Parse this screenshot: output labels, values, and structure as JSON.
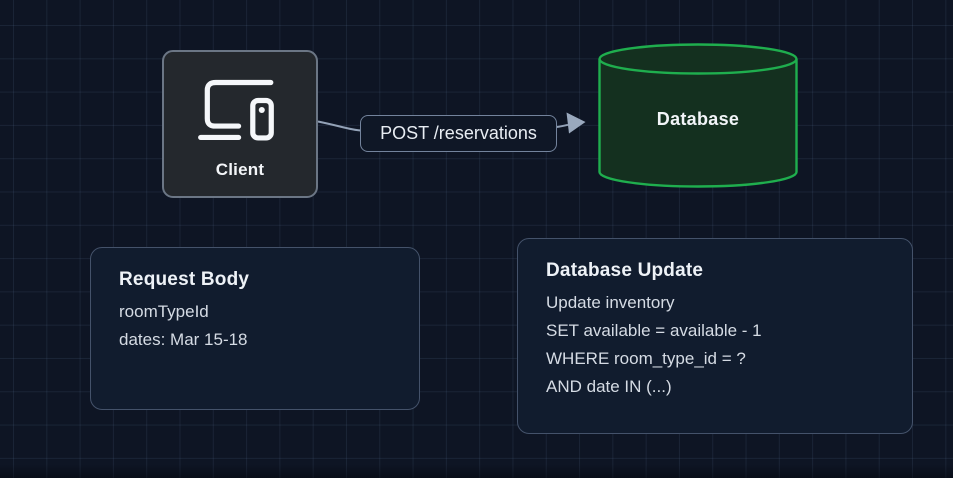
{
  "diagram": {
    "client": {
      "label": "Client"
    },
    "edge": {
      "label": "POST /reservations"
    },
    "database": {
      "label": "Database"
    },
    "request_body": {
      "title": "Request Body",
      "lines": [
        "roomTypeId",
        "dates: Mar 15-18"
      ]
    },
    "database_update": {
      "title": "Database Update",
      "lines": [
        "Update inventory",
        "SET available = available - 1",
        "WHERE room_type_id = ?",
        "AND date IN (...)"
      ]
    }
  },
  "colors": {
    "background": "#0e1524",
    "grid_line": "#223049",
    "client_fill": "#24282d",
    "client_border": "#6b7685",
    "edge_stroke": "#93a2b7",
    "database_stroke": "#1fae4e",
    "database_fill": "#14301f",
    "note_fill": "#111c2e",
    "note_border": "#44526a",
    "label_border": "#73839c",
    "text_primary": "#eef2f7",
    "text_body": "#d5dbe4"
  }
}
